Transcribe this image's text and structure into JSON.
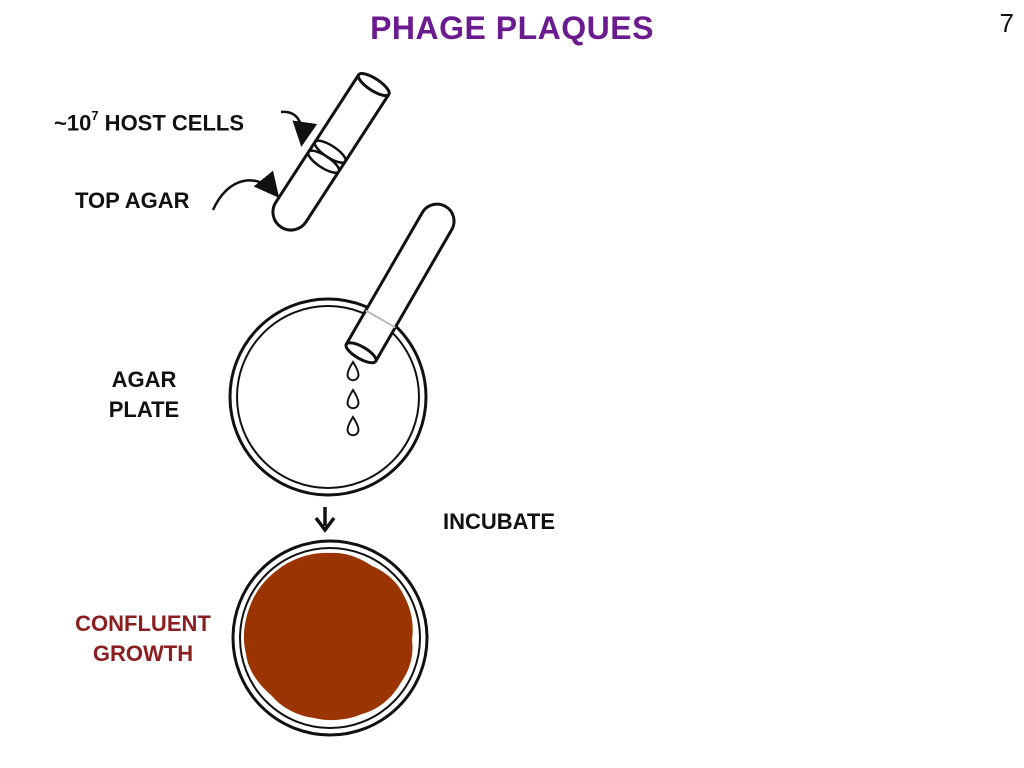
{
  "slide": {
    "title": "PHAGE PLAQUES",
    "page_number": "7",
    "title_color": "#6a1b8f"
  },
  "labels": {
    "host_cells_prefix": "~10",
    "host_cells_exponent": "7",
    "host_cells_suffix": " HOST CELLS",
    "top_agar": "TOP AGAR",
    "agar_plate_line1": "AGAR",
    "agar_plate_line2": "PLATE",
    "incubate": "INCUBATE",
    "confluent_line1": "CONFLUENT",
    "confluent_line2": "GROWTH"
  },
  "colors": {
    "confluent_label": "#8b1e1e",
    "lawn_fill": "#9a3400",
    "outline": "#111111"
  }
}
